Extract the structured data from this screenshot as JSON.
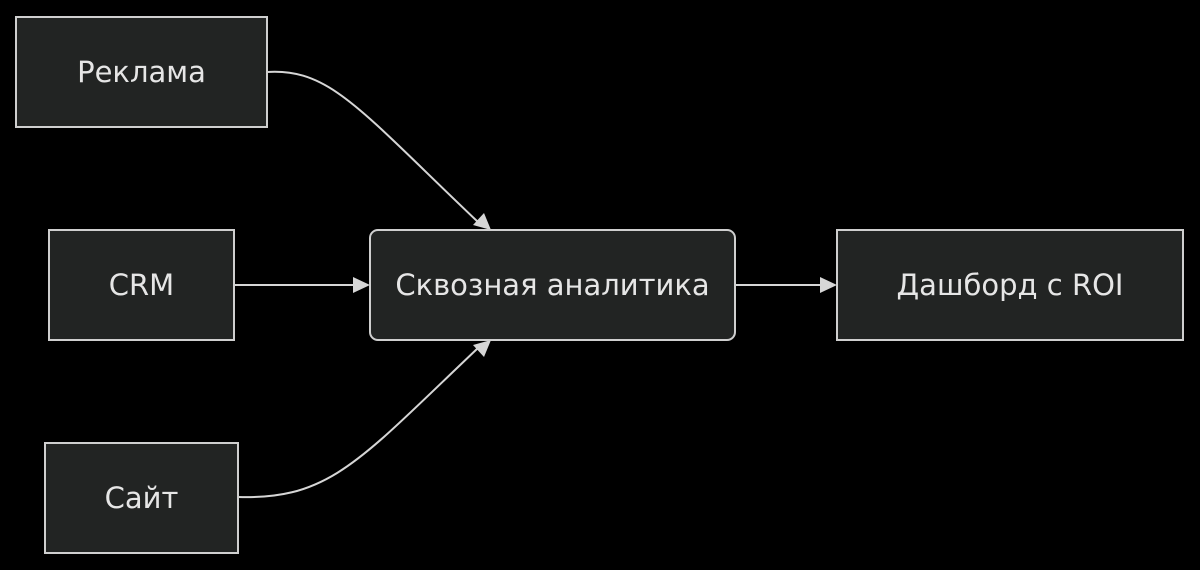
{
  "nodes": {
    "ads": "Реклама",
    "crm": "CRM",
    "site": "Сайт",
    "analytics": "Сквозная аналитика",
    "dashboard": "Дашборд с ROI"
  },
  "edges": [
    {
      "from": "ads",
      "to": "analytics"
    },
    {
      "from": "crm",
      "to": "analytics"
    },
    {
      "from": "site",
      "to": "analytics"
    },
    {
      "from": "analytics",
      "to": "dashboard"
    }
  ],
  "colors": {
    "background": "#000000",
    "node_fill": "#222423",
    "node_stroke": "#cfcfcf",
    "edge": "#d6d6d6",
    "text": "#e6e6e6"
  }
}
